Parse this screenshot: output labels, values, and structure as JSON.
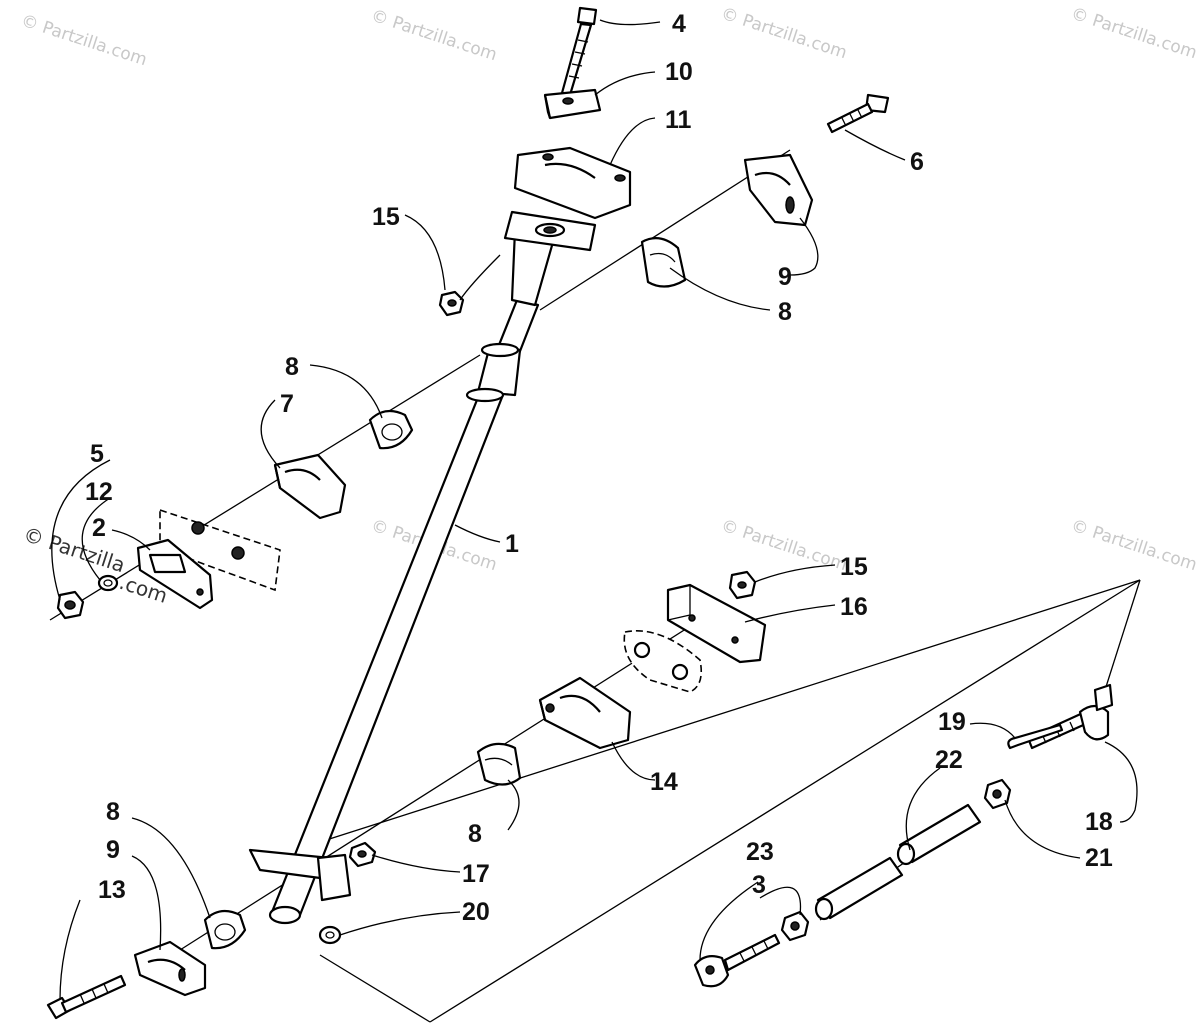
{
  "watermark": {
    "text": "© Partzilla.com",
    "line1": "© Partzilla",
    "line2": ".com"
  },
  "callouts": {
    "c1": "1",
    "c2": "2",
    "c3": "3",
    "c4": "4",
    "c5": "5",
    "c6": "6",
    "c7": "7",
    "c8a": "8",
    "c8b": "8",
    "c8c": "8",
    "c8d": "8",
    "c9a": "9",
    "c9b": "9",
    "c10": "10",
    "c11": "11",
    "c12": "12",
    "c13": "13",
    "c14": "14",
    "c15a": "15",
    "c15b": "15",
    "c16": "16",
    "c17": "17",
    "c18": "18",
    "c19": "19",
    "c20": "20",
    "c21": "21",
    "c22": "22",
    "c23": "23"
  }
}
